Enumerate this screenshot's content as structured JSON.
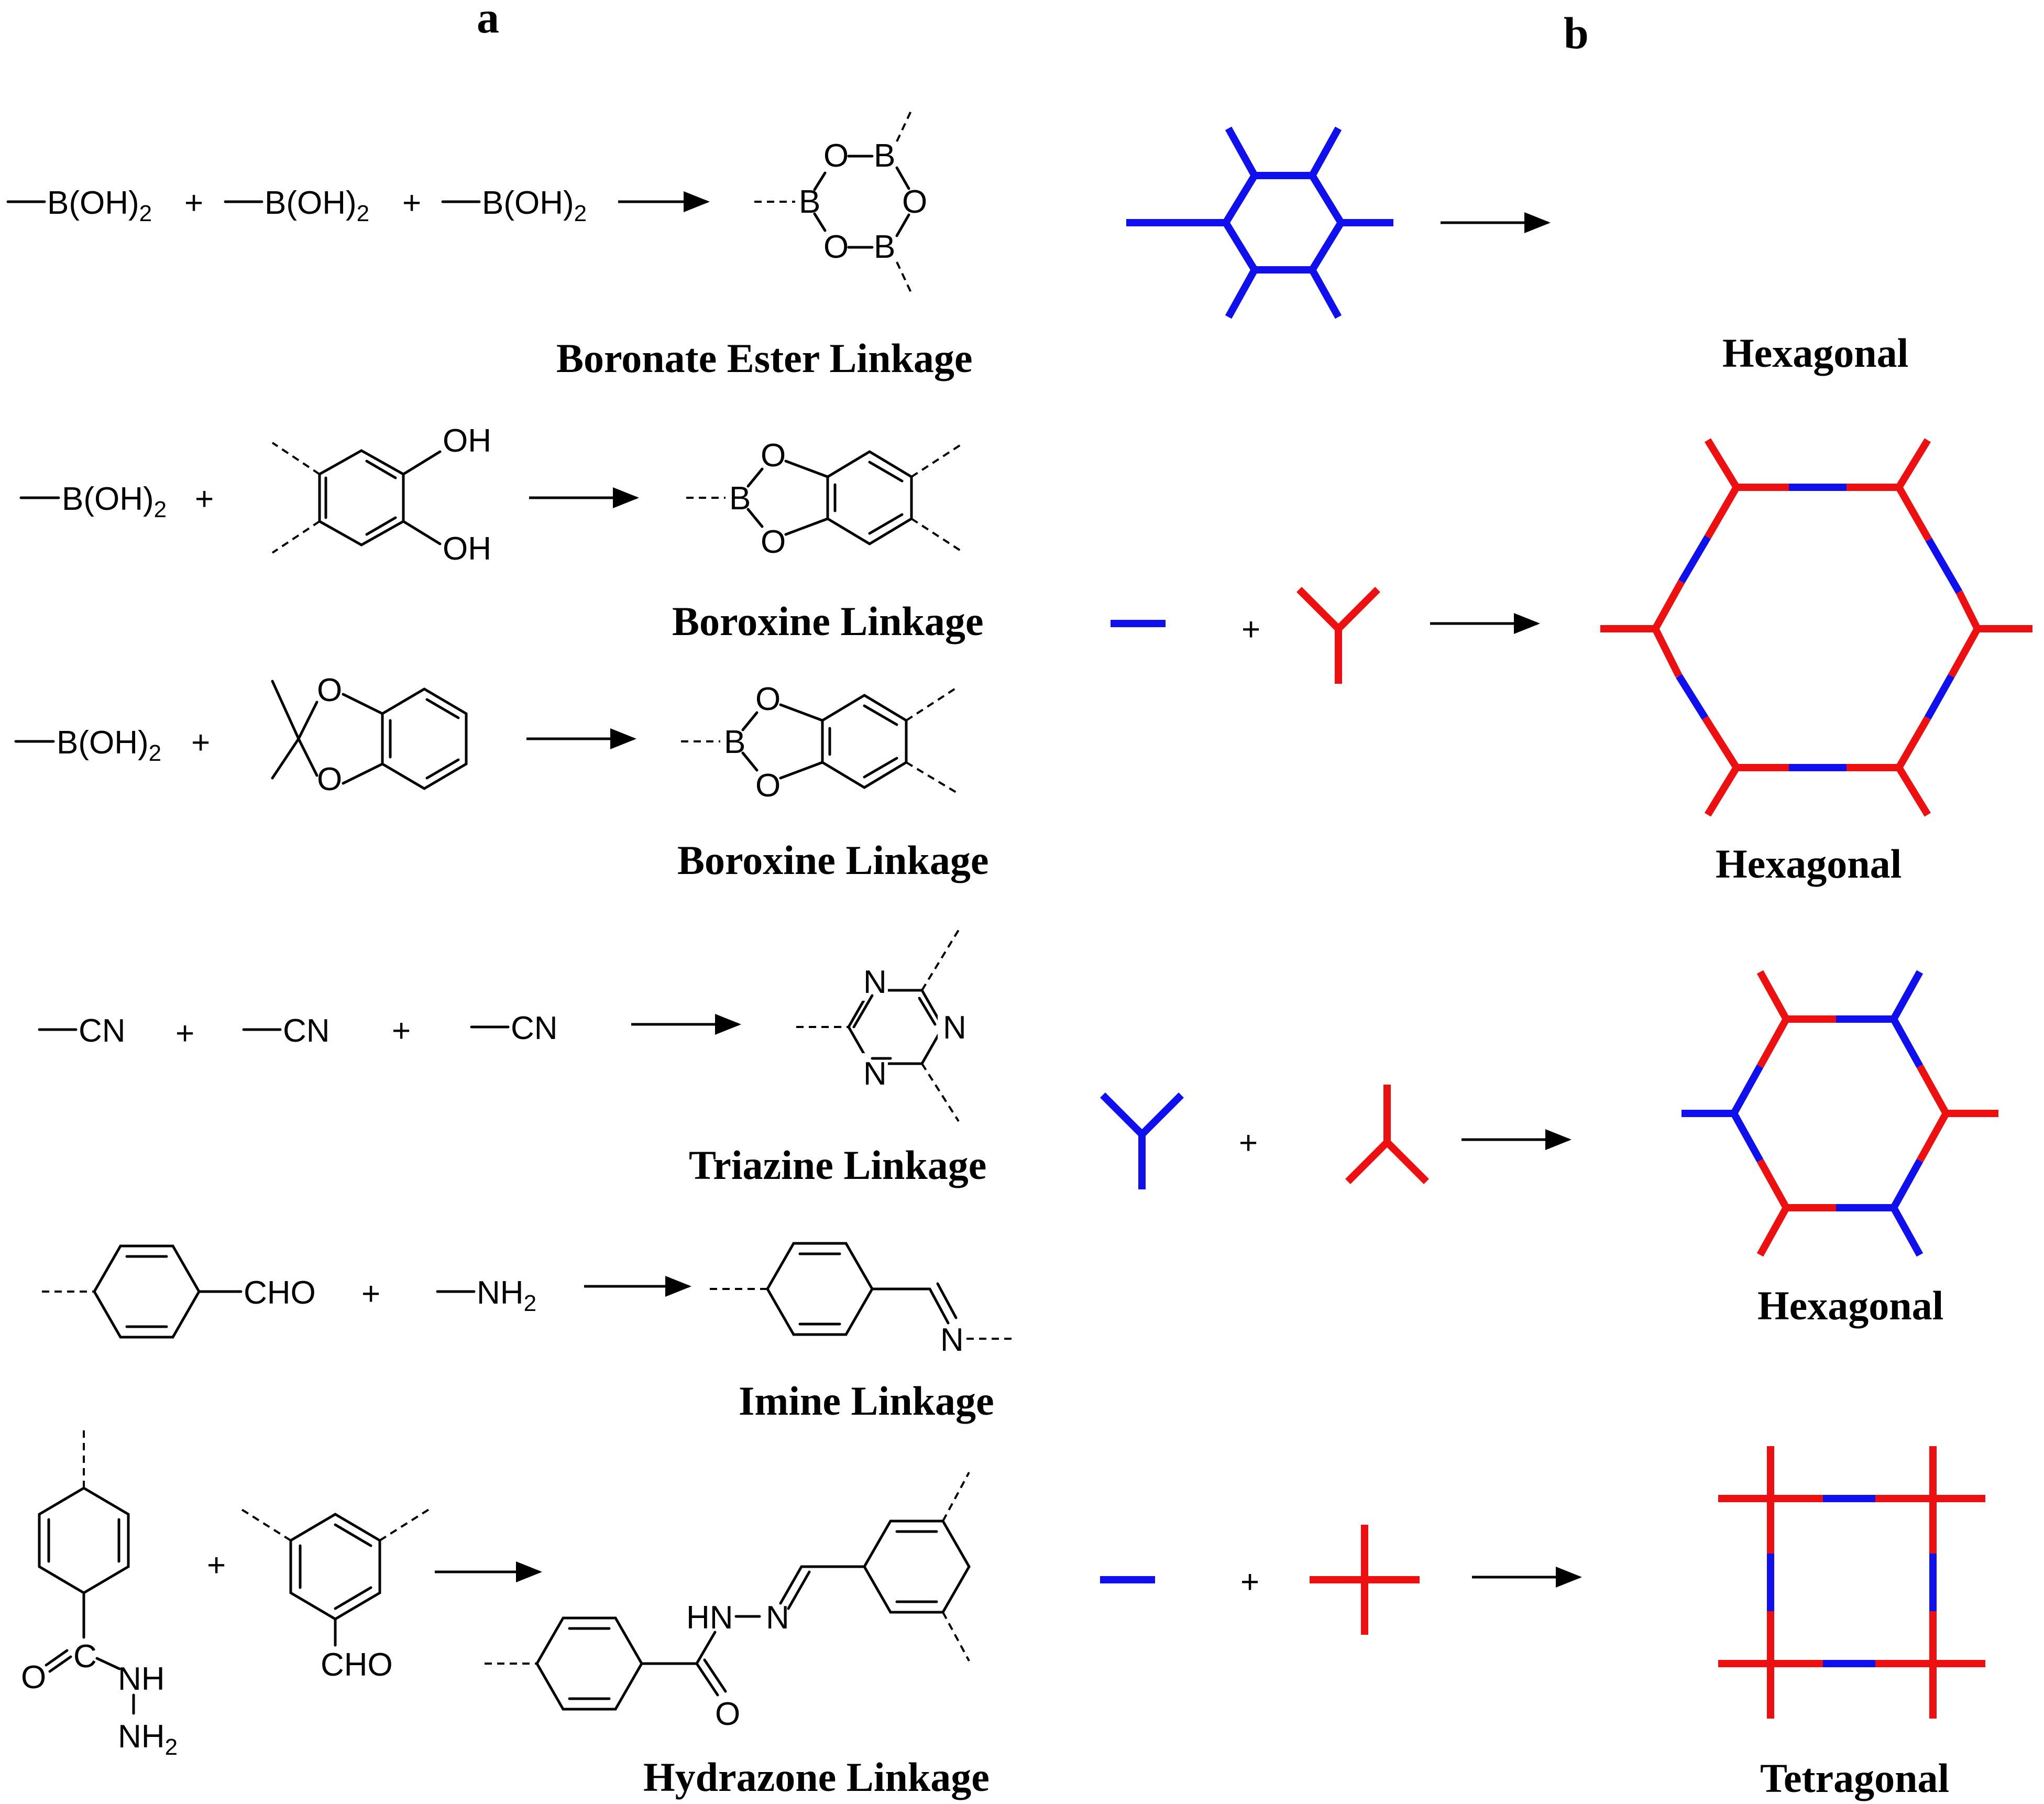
{
  "panels": {
    "a": "a",
    "b": "b"
  },
  "reactions": {
    "r1": {
      "reagent": "B(OH)",
      "sub": "2",
      "plus": "+",
      "atoms": {
        "o": "O",
        "b": "B"
      },
      "caption": "Boronate Ester Linkage"
    },
    "r2": {
      "reagent": "B(OH)",
      "sub": "2",
      "plus": "+",
      "oh": "OH",
      "atoms": {
        "o": "O",
        "b": "B"
      },
      "caption": "Boroxine Linkage"
    },
    "r3": {
      "reagent": "B(OH)",
      "sub": "2",
      "plus": "+",
      "atoms": {
        "o": "O",
        "b": "B"
      },
      "caption": "Boroxine Linkage"
    },
    "r4": {
      "reagent": "CN",
      "plus": "+",
      "atoms": {
        "n": "N"
      },
      "caption": "Triazine Linkage"
    },
    "r5": {
      "cho": "CHO",
      "amine": "NH",
      "sub": "2",
      "plus": "+",
      "atoms": {
        "n": "N"
      },
      "caption": "Imine Linkage"
    },
    "r6": {
      "plus": "+",
      "atoms": {
        "c": "C",
        "o": "O",
        "nh": "NH",
        "n": "N",
        "hn": "HN"
      },
      "nh2": "NH",
      "sub": "2",
      "cho": "CHO",
      "caption": "Hydrazone Linkage"
    }
  },
  "topologies": {
    "plus": "+",
    "t1": "Hexagonal",
    "t2": "Hexagonal",
    "t3": "Hexagonal",
    "t4": "Tetragonal"
  },
  "colors": {
    "linker_blue": "#1010ee",
    "node_red": "#ee1010"
  }
}
